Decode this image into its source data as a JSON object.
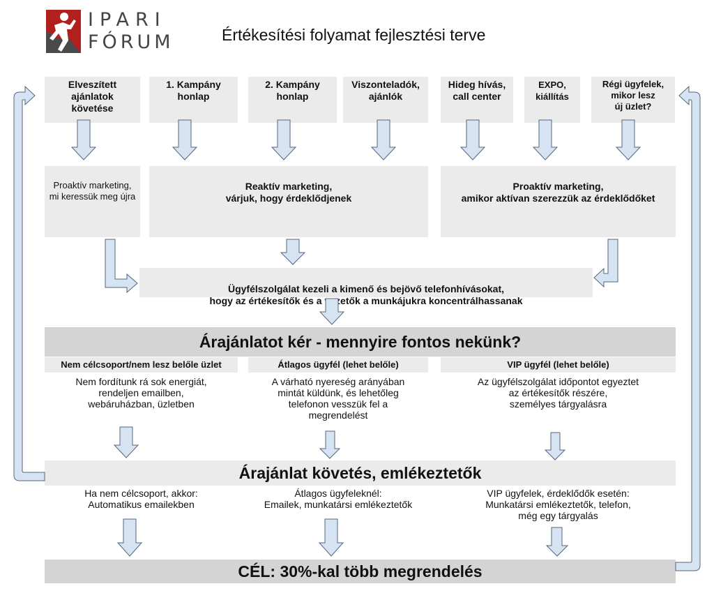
{
  "logo": {
    "line1": "IPARI",
    "line2": "FÓRUM"
  },
  "title": "Értékesítési folyamat fejlesztési terve",
  "sources": [
    {
      "label": "Elveszített\najánlatok\nkövetése"
    },
    {
      "label": "1. Kampány\nhonlap"
    },
    {
      "label": "2. Kampány\nhonlap"
    },
    {
      "label": "Viszonteladók,\najánlók"
    },
    {
      "label": "Hideg hívás,\ncall center"
    },
    {
      "label": "EXPO,\nkiállítás"
    },
    {
      "label": "Régi ügyfelek,\nmikor lesz\núj üzlet?"
    }
  ],
  "marketing": {
    "proactive_left": "Proaktív marketing,\nmi keressük meg újra",
    "reactive": "Reaktív marketing,\nvárjuk, hogy érdeklődjenek",
    "proactive_right": "Proaktív marketing,\namikor aktívan szerezzük az érdeklődőket"
  },
  "customer_service": "Ügyfélszolgálat kezeli a kimenő és bejövő telefonhívásokat,\nhogy az értékesítők és a vezetők a munkájukra koncentrálhassanak",
  "quote_request": {
    "title": "Árajánlatot kér - mennyire fontos nekünk?",
    "segments": [
      {
        "heading": "Nem célcsoport/nem lesz belőle üzlet",
        "text": "Nem fordítunk rá sok energiát,\nrendeljen emailben,\nwebáruházban, üzletben"
      },
      {
        "heading": "Átlagos ügyfél  (lehet belőle)",
        "text": "A várható nyereség arányában\nmintát küldünk, és lehetőleg\ntelefonon vesszük fel a\nmegrendelést"
      },
      {
        "heading": "VIP ügyfél (lehet belőle)",
        "text": "Az ügyfélszolgálat időpontot egyeztet\naz értékesítők részére,\nszemélyes tárgyalásra"
      }
    ]
  },
  "followup": {
    "title": "Árajánlat követés, emlékeztetők",
    "segments": [
      {
        "text": "Ha nem célcsoport, akkor:\nAutomatikus emailekben"
      },
      {
        "text": "Átlagos ügyfeleknél:\nEmailek, munkatársi emlékeztetők"
      },
      {
        "text": "VIP ügyfelek, érdeklődők esetén:\nMunkatársi emlékeztetők, telefon,\nmég egy tárgyalás"
      }
    ]
  },
  "goal": "CÉL: 30%-kal több megrendelés",
  "colors": {
    "box": "#ebebeb",
    "bar": "#d4d4d4",
    "arrow_fill": "#d6e3f3",
    "arrow_stroke": "#55657a",
    "logo_red": "#b0211d"
  }
}
